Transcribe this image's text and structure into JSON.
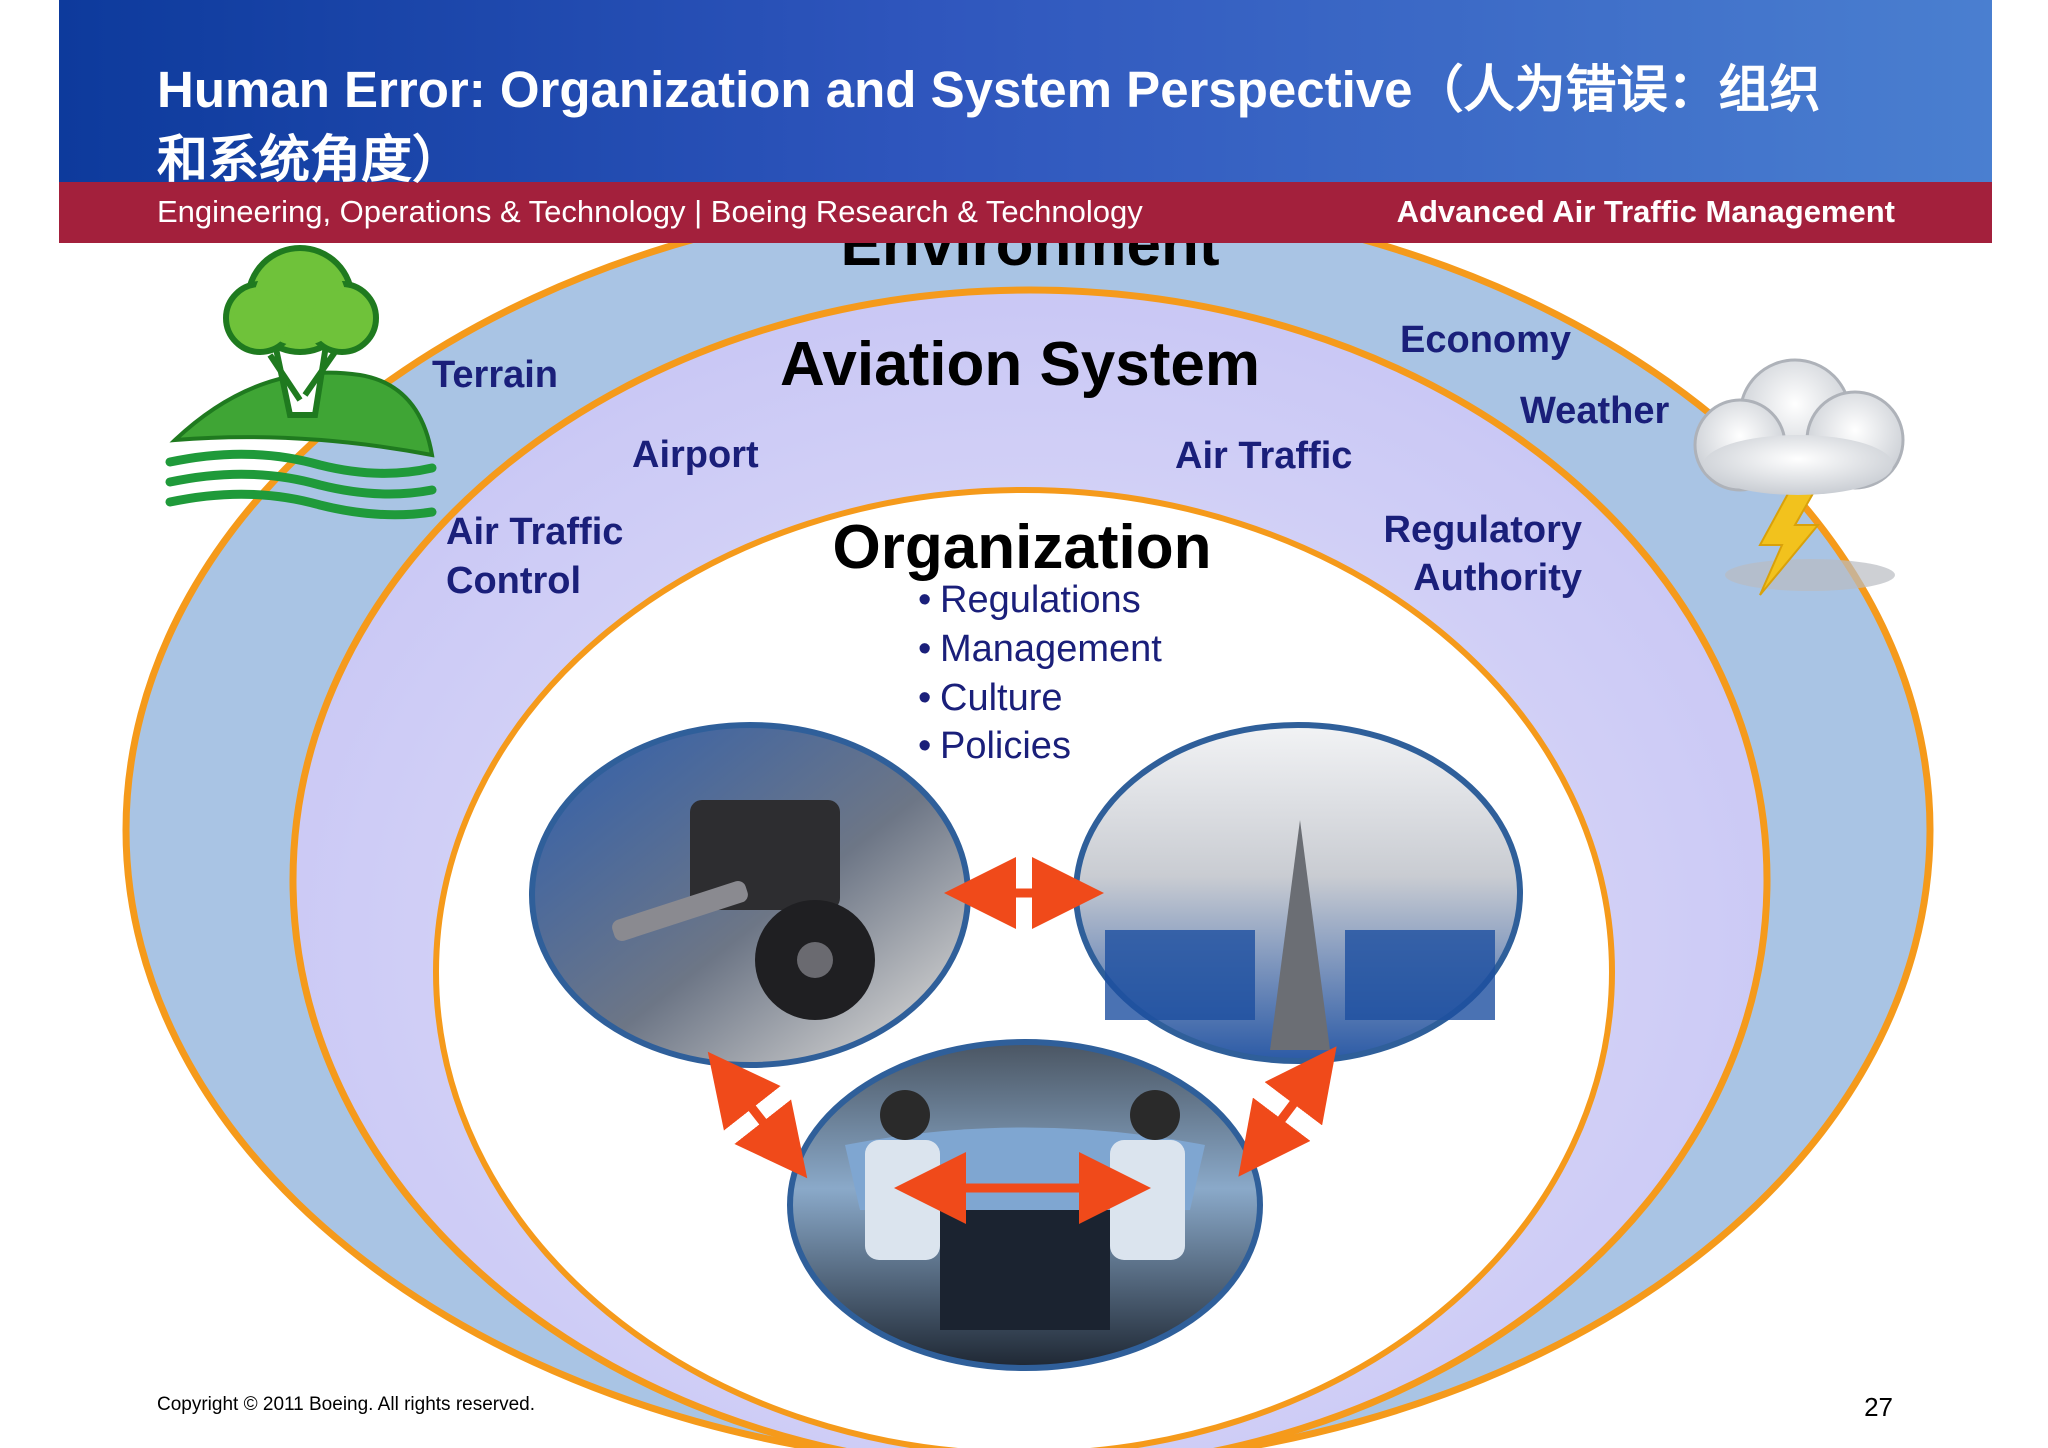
{
  "slide": {
    "title": "Human Error: Organization and System Perspective（人为错误：组织和系统角度）",
    "band_left": "Engineering, Operations & Technology | Boeing Research & Technology",
    "band_right": "Advanced Air Traffic Management",
    "copyright": "Copyright © 2011 Boeing. All rights reserved.",
    "page_number": "27"
  },
  "diagram": {
    "environment": {
      "title": "Environment",
      "terrain": "Terrain",
      "economy": "Economy",
      "weather": "Weather"
    },
    "aviation_system": {
      "title": "Aviation System",
      "airport": "Airport",
      "air_traffic": "Air Traffic",
      "atc_line1": "Air Traffic",
      "atc_line2": "Control",
      "regulatory_line1": "Regulatory",
      "regulatory_line2": "Authority"
    },
    "organization": {
      "title": "Organization",
      "bullets": [
        "Regulations",
        "Management",
        "Culture",
        "Policies"
      ]
    },
    "icons": [
      "tree-landscape-icon",
      "storm-cloud-icon"
    ],
    "colors": {
      "outer_ellipse": "#a9c4e4",
      "middle_ellipse": "#c9c8f5",
      "inner_ellipse": "#ffffff",
      "ellipse_border": "#f59a1b",
      "photo_border": "#2f5f9a",
      "arrow": "#f04a1a",
      "label_text": "#1a1f7a"
    }
  }
}
